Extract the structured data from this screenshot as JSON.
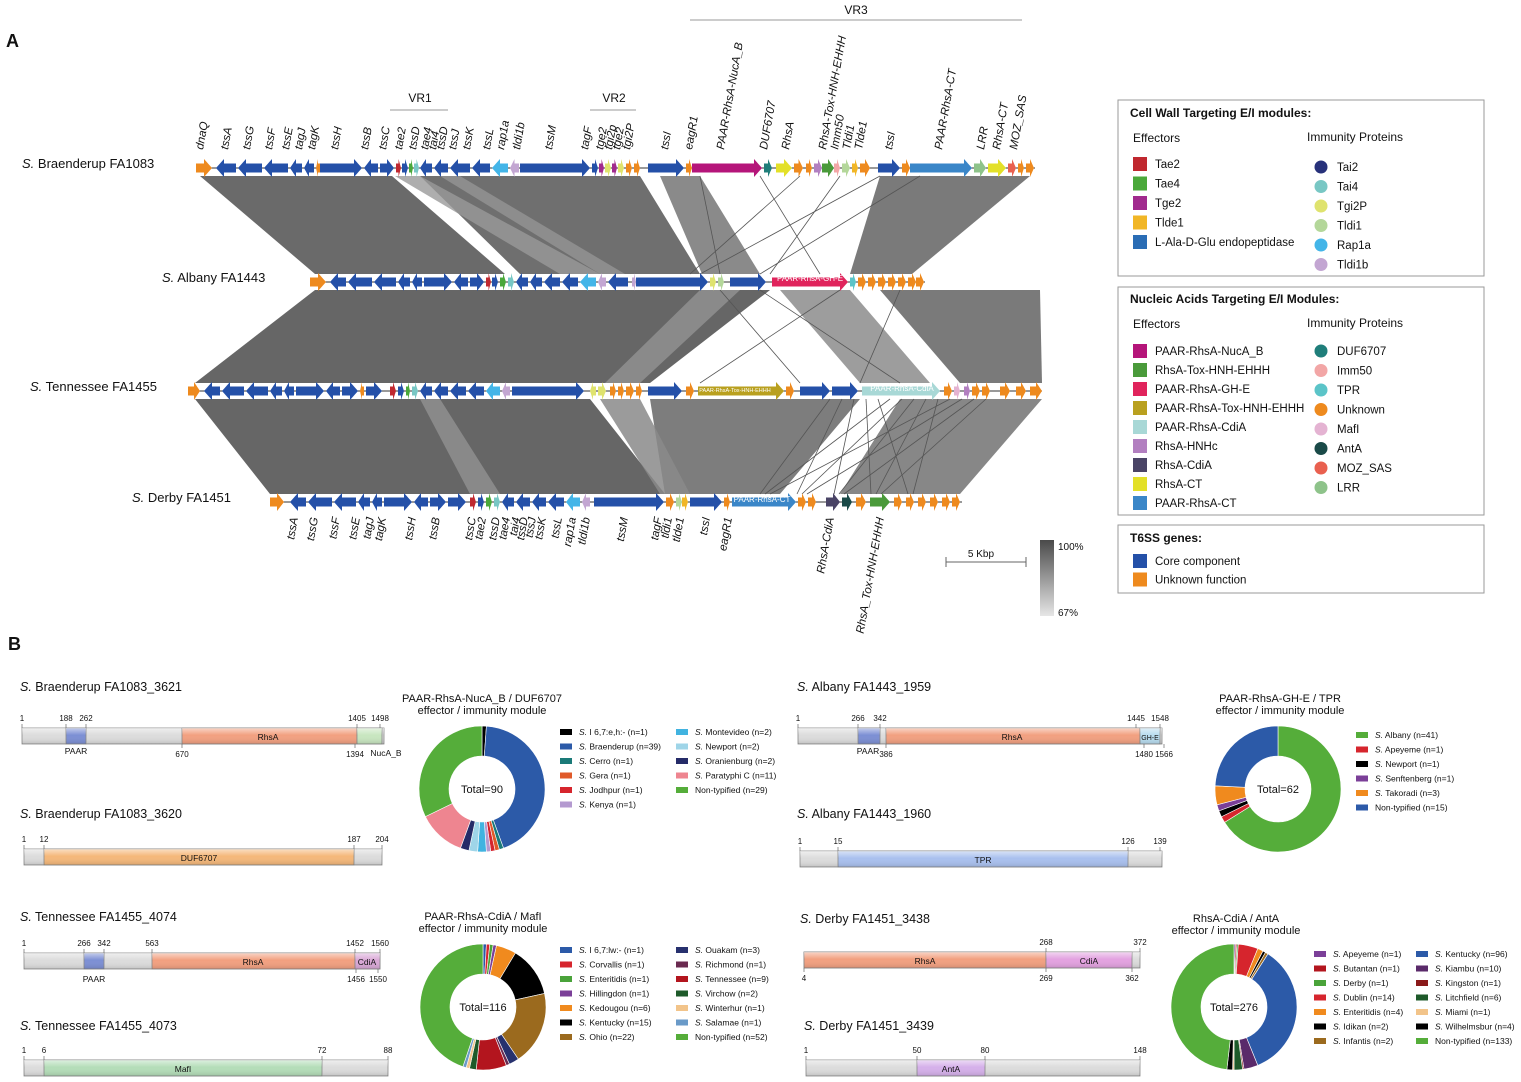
{
  "panels": {
    "a": "A",
    "b": "B"
  },
  "region_labels": {
    "vr1": "VR1",
    "vr2": "VR2",
    "vr3": "VR3"
  },
  "strain_labels": [
    {
      "sp": "S.",
      "name": " Braenderup FA1083"
    },
    {
      "sp": "S.",
      "name": " Albany FA1443"
    },
    {
      "sp": "S.",
      "name": " Tennessee FA1455"
    },
    {
      "sp": "S.",
      "name": " Derby FA1451"
    }
  ],
  "top_gene_labels": [
    "dnaQ",
    "tssA",
    "tssG",
    "tssF",
    "tssE",
    "tagJ",
    "tagK",
    "tssH",
    "tssB",
    "tssC",
    "tae2",
    "tssD",
    "tae4",
    "tai4",
    "tssD",
    "tssJ",
    "tssK",
    "tssL",
    "rap1a",
    "tldi1b",
    "tssM",
    "tagF",
    "tge2",
    "tgi2p",
    "tge2",
    "tgi2P",
    "tssI",
    "eagR1",
    "PAAR-RhsA-NucA_B",
    "DUF6707",
    "RhsA",
    "RhsA-Tox-HNH-EHHH",
    "Imm50",
    "Tldi1",
    "Tlde1",
    "tssI",
    "PAAR-RhsA-CT",
    "LRR",
    "RhsA-CT",
    "MOZ_SAS"
  ],
  "bottom_gene_labels": [
    "tssA",
    "tssG",
    "tssF",
    "tssE",
    "tagJ",
    "tagK",
    "tssH",
    "tssB",
    "tssC",
    "tae2",
    "tssD",
    "tae4",
    "tai4",
    "tssD",
    "tssJ",
    "tssK",
    "tssL",
    "rap1a",
    "tldi1b",
    "tssM",
    "tagF",
    "tldi1",
    "tlde1",
    "tssI",
    "eagR1",
    "RhsA-CdiA",
    "RhsA_Tox-HNH-EHHH"
  ],
  "inline_labels": {
    "albany_ghe": "PAAR-RhsA-GH-E",
    "tn_tox": "PAAR-RhsA-Tox-HNH-EHHH",
    "tn_cdia": "PAAR-RhsA-CdiA",
    "derby_ct": "PAAR-RhsA-CT"
  },
  "scale": {
    "label": "5 Kbp",
    "max": "100%",
    "min": "67%"
  },
  "legend_cw": {
    "title": "Cell Wall Targeting E/I modules:",
    "effectors_h": "Effectors",
    "immunity_h": "Immunity Proteins",
    "effectors": [
      {
        "label": "Tae2",
        "color": "#c0282f"
      },
      {
        "label": "Tae4",
        "color": "#4aa83a"
      },
      {
        "label": "Tge2",
        "color": "#a12a8e"
      },
      {
        "label": "Tlde1",
        "color": "#f1b626"
      },
      {
        "label": "L-Ala-D-Glu endopeptidase",
        "color": "#2a6db5"
      }
    ],
    "immunity": [
      {
        "label": "Tai2",
        "color": "#27317a"
      },
      {
        "label": "Tai4",
        "color": "#78c7c4"
      },
      {
        "label": "Tgi2P",
        "color": "#dfe36e"
      },
      {
        "label": "Tldi1",
        "color": "#b4d79a"
      },
      {
        "label": "Rap1a",
        "color": "#43b5e8"
      },
      {
        "label": "Tldi1b",
        "color": "#c3a6d2"
      }
    ]
  },
  "legend_na": {
    "title": "Nucleic Acids Targeting E/I Modules:",
    "effectors_h": "Effectors",
    "immunity_h": "Immunity Proteins",
    "effectors": [
      {
        "label": "PAAR-RhsA-NucA_B",
        "color": "#b5157a"
      },
      {
        "label": "RhsA-Tox-HNH-EHHH",
        "color": "#4a9a3a"
      },
      {
        "label": "PAAR-RhsA-GH-E",
        "color": "#e0245c"
      },
      {
        "label": "PAAR-RhsA-Tox-HNH-EHHH",
        "color": "#b9a01f"
      },
      {
        "label": "PAAR-RhsA-CdiA",
        "color": "#a8d8d6"
      },
      {
        "label": "RhsA-HNHc",
        "color": "#b27fc0"
      },
      {
        "label": "RhsA-CdiA",
        "color": "#4a4466"
      },
      {
        "label": "RhsA-CT",
        "color": "#e3e028"
      },
      {
        "label": "PAAR-RhsA-CT",
        "color": "#3a86c8"
      }
    ],
    "immunity": [
      {
        "label": "DUF6707",
        "color": "#1f7e7a"
      },
      {
        "label": "Imm50",
        "color": "#f2a6a6"
      },
      {
        "label": "TPR",
        "color": "#5bc4c8"
      },
      {
        "label": "Unknown",
        "color": "#ee8a1e"
      },
      {
        "label": "MafI",
        "color": "#e4b3d2"
      },
      {
        "label": "AntA",
        "color": "#1a4a48"
      },
      {
        "label": "MOZ_SAS",
        "color": "#e9604f"
      },
      {
        "label": "LRR",
        "color": "#8ec38a"
      }
    ]
  },
  "legend_t6": {
    "title": "T6SS genes:",
    "items": [
      {
        "label": "Core component",
        "color": "#2450a8"
      },
      {
        "label": "Unknown function",
        "color": "#ee8a1e"
      }
    ]
  },
  "domains": [
    {
      "title": "S. Braenderup FA1083_3621",
      "ticks": [
        {
          "t": "1",
          "p": "top"
        },
        {
          "t": "188",
          "p": "top"
        },
        {
          "t": "262",
          "p": "top"
        },
        {
          "t": "1405",
          "p": "top"
        },
        {
          "t": "1498",
          "p": "top"
        },
        {
          "t": "670",
          "p": "bot"
        },
        {
          "t": "1394",
          "p": "bot"
        }
      ],
      "names": [
        "PAAR",
        "RhsA",
        "NucA_B"
      ]
    },
    {
      "title": "S. Braenderup FA1083_3620",
      "ticks": [
        {
          "t": "1"
        },
        {
          "t": "12"
        },
        {
          "t": "187"
        },
        {
          "t": "204"
        }
      ],
      "names": [
        "DUF6707"
      ]
    },
    {
      "title": "S. Tennessee FA1455_4074",
      "ticks": [
        {
          "t": "1"
        },
        {
          "t": "266"
        },
        {
          "t": "342"
        },
        {
          "t": "563"
        },
        {
          "t": "1452"
        },
        {
          "t": "1560"
        },
        {
          "t": "1456"
        },
        {
          "t": "1550"
        }
      ],
      "names": [
        "PAAR",
        "RhsA",
        "CdiA"
      ]
    },
    {
      "title": "S. Tennessee FA1455_4073",
      "ticks": [
        {
          "t": "1"
        },
        {
          "t": "6"
        },
        {
          "t": "72"
        },
        {
          "t": "88"
        }
      ],
      "names": [
        "MafI"
      ]
    },
    {
      "title": "S. Albany FA1443_1959",
      "ticks": [
        {
          "t": "1"
        },
        {
          "t": "266"
        },
        {
          "t": "342"
        },
        {
          "t": "1445"
        },
        {
          "t": "1548"
        },
        {
          "t": "386"
        },
        {
          "t": "1480"
        },
        {
          "t": "1566"
        }
      ],
      "names": [
        "PAAR",
        "RhsA",
        "GH-E"
      ]
    },
    {
      "title": "S. Albany FA1443_1960",
      "ticks": [
        {
          "t": "1"
        },
        {
          "t": "15"
        },
        {
          "t": "126"
        },
        {
          "t": "139"
        }
      ],
      "names": [
        "TPR"
      ]
    },
    {
      "title": "S. Derby FA1451_3438",
      "ticks": [
        {
          "t": "268"
        },
        {
          "t": "372"
        },
        {
          "t": "4"
        },
        {
          "t": "269"
        },
        {
          "t": "362"
        }
      ],
      "names": [
        "RhsA",
        "CdiA"
      ]
    },
    {
      "title": "S. Derby FA1451_3439",
      "ticks": [
        {
          "t": "1"
        },
        {
          "t": "50"
        },
        {
          "t": "80"
        },
        {
          "t": "148"
        }
      ],
      "names": [
        "AntA"
      ]
    }
  ],
  "donuts": [
    {
      "title1": "PAAR-RhsA-NucA_B / DUF6707",
      "title2": "effector / immunity module",
      "total": "Total=90",
      "items": [
        {
          "label": "S. I 6,7:e,h:- (n=1)",
          "n": 1,
          "color": "#000000"
        },
        {
          "label": "S. Braenderup (n=39)",
          "n": 39,
          "color": "#2c5aa8"
        },
        {
          "label": "S. Cerro (n=1)",
          "n": 1,
          "color": "#1a7a78"
        },
        {
          "label": "S. Gera (n=1)",
          "n": 1,
          "color": "#e05a2a"
        },
        {
          "label": "S. Jodhpur (n=1)",
          "n": 1,
          "color": "#d6252d"
        },
        {
          "label": "S. Kenya (n=1)",
          "n": 1,
          "color": "#b49ad0"
        },
        {
          "label": "S. Montevideo (n=2)",
          "n": 2,
          "color": "#41b3e0"
        },
        {
          "label": "S. Newport (n=2)",
          "n": 2,
          "color": "#9fd5e8"
        },
        {
          "label": "S. Oranienburg (n=2)",
          "n": 2,
          "color": "#252b68"
        },
        {
          "label": "S. Paratyphi C (n=11)",
          "n": 11,
          "color": "#ee8590"
        },
        {
          "label": "Non-typified (n=29)",
          "n": 29,
          "color": "#55ad3a"
        }
      ]
    },
    {
      "title1": "PAAR-RhsA-CdiA / MafI",
      "title2": "effector / immunity module",
      "total": "Total=116",
      "items": [
        {
          "label": "S. I 6,7:lw:- (n=1)",
          "n": 1,
          "color": "#2c5aa8"
        },
        {
          "label": "S. Corvallis (n=1)",
          "n": 1,
          "color": "#d6252d"
        },
        {
          "label": "S. Enteritidis (n=1)",
          "n": 1,
          "color": "#4aa33a"
        },
        {
          "label": "S. Hillingdon (n=1)",
          "n": 1,
          "color": "#7b3f98"
        },
        {
          "label": "S. Kedougou (n=6)",
          "n": 6,
          "color": "#f08a1e"
        },
        {
          "label": "S. Kentucky (n=15)",
          "n": 15,
          "color": "#000000"
        },
        {
          "label": "S. Ohio (n=22)",
          "n": 22,
          "color": "#9b6a1e"
        },
        {
          "label": "S. Ouakam (n=3)",
          "n": 3,
          "color": "#27316e"
        },
        {
          "label": "S. Richmond (n=1)",
          "n": 1,
          "color": "#6a2a50"
        },
        {
          "label": "S. Tennessee (n=9)",
          "n": 9,
          "color": "#b3151e"
        },
        {
          "label": "S. Virchow (n=2)",
          "n": 2,
          "color": "#1e5a2a"
        },
        {
          "label": "S. Winterhur (n=1)",
          "n": 1,
          "color": "#f2c48a"
        },
        {
          "label": "S. Salamae (n=1)",
          "n": 1,
          "color": "#6a9ac8"
        },
        {
          "label": "Non-typified (n=52)",
          "n": 52,
          "color": "#55ad3a"
        }
      ]
    },
    {
      "title1": "PAAR-RhsA-GH-E / TPR",
      "title2": "effector / immunity module",
      "total": "Total=62",
      "items": [
        {
          "label": "S. Albany (n=41)",
          "n": 41,
          "color": "#55ad3a"
        },
        {
          "label": "S. Apeyeme (n=1)",
          "n": 1,
          "color": "#d6252d"
        },
        {
          "label": "S. Newport (n=1)",
          "n": 1,
          "color": "#000000"
        },
        {
          "label": "S. Senftenberg (n=1)",
          "n": 1,
          "color": "#7b3f98"
        },
        {
          "label": "S. Takoradi (n=3)",
          "n": 3,
          "color": "#f08a1e"
        },
        {
          "label": "Non-typified (n=15)",
          "n": 15,
          "color": "#2c5aa8"
        }
      ]
    },
    {
      "title1": "RhsA-CdiA / AntA",
      "title2": "effector / immunity module",
      "total": "Total=276",
      "items": [
        {
          "label": "S. Apeyeme (n=1)",
          "n": 1,
          "color": "#7b3f98"
        },
        {
          "label": "S. Butantan (n=1)",
          "n": 1,
          "color": "#b3151e"
        },
        {
          "label": "S. Derby (n=1)",
          "n": 1,
          "color": "#4aa33a"
        },
        {
          "label": "S. Dublin (n=14)",
          "n": 14,
          "color": "#d6252d"
        },
        {
          "label": "S. Enteritidis (n=4)",
          "n": 4,
          "color": "#f08a1e"
        },
        {
          "label": "S. Idikan (n=2)",
          "n": 2,
          "color": "#000000"
        },
        {
          "label": "S. Infantis (n=2)",
          "n": 2,
          "color": "#9b6a1e"
        },
        {
          "label": "S. Kentucky (n=96)",
          "n": 96,
          "color": "#2c5aa8"
        },
        {
          "label": "S. Kiambu (n=10)",
          "n": 10,
          "color": "#5a2a6a"
        },
        {
          "label": "S. Kingston (n=1)",
          "n": 1,
          "color": "#8a1a1a"
        },
        {
          "label": "S. Litchfield (n=6)",
          "n": 6,
          "color": "#1e5a2a"
        },
        {
          "label": "S. Miami (n=1)",
          "n": 1,
          "color": "#f2c48a"
        },
        {
          "label": "S. Wilhelmsbur (n=4)",
          "n": 4,
          "color": "#000000"
        },
        {
          "label": "Non-typified (n=133)",
          "n": 133,
          "color": "#55ad3a"
        }
      ]
    }
  ]
}
